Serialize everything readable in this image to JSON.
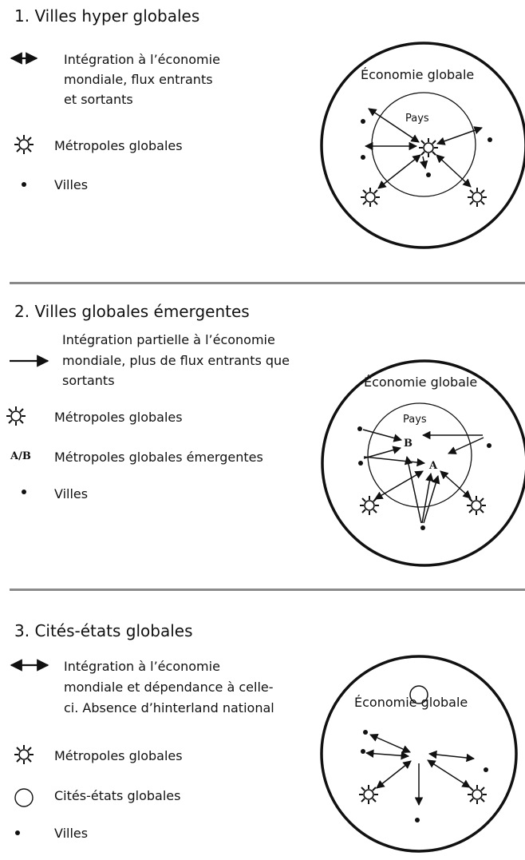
{
  "sections": [
    {
      "title": "1. Villes hyper globales",
      "legend": {
        "flow": [
          "Intégration à l’économie",
          "mondiale, flux entrants",
          "et sortants"
        ],
        "metropoles": "Métropoles globales",
        "villes": "Villes"
      },
      "diagram": {
        "outer_label": "Économie globale",
        "inner_label": "Pays"
      }
    },
    {
      "title": "2. Villes globales émergentes",
      "legend": {
        "flow": [
          "Intégration partielle à l’économie",
          "mondiale, plus de flux entrants que",
          "sortants"
        ],
        "metropoles": "Métropoles globales",
        "ab_symbol": "A/B",
        "emergentes": "Métropoles globales émergentes",
        "villes": "Villes"
      },
      "diagram": {
        "outer_label": "Économie globale",
        "inner_label": "Pays",
        "letter_b": "B",
        "letter_a": "A"
      }
    },
    {
      "title": "3. Cités-états globales",
      "legend": {
        "flow": [
          "Intégration à l’économie",
          "mondiale et dépendance à celle-",
          "ci. Absence d’hinterland national"
        ],
        "metropoles": "Métropoles globales",
        "cites": "Cités-états globales",
        "villes": "Villes"
      },
      "diagram": {
        "outer_label": "Économie globale"
      }
    }
  ]
}
